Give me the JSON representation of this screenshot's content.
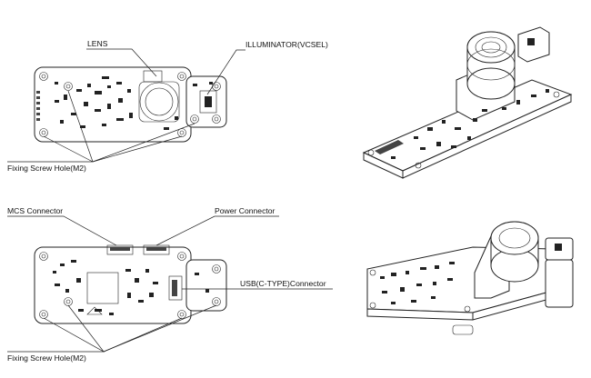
{
  "labels": {
    "lens": "LENS",
    "illuminator": "ILLUMINATOR(VCSEL)",
    "fixing_top": "Fixing Screw Hole(M2)",
    "mcs": "MCS Connector",
    "power": "Power Connector",
    "usb": "USB(C-TYPE)Connector",
    "fixing_bottom": "Fixing Screw Hole(M2)"
  }
}
